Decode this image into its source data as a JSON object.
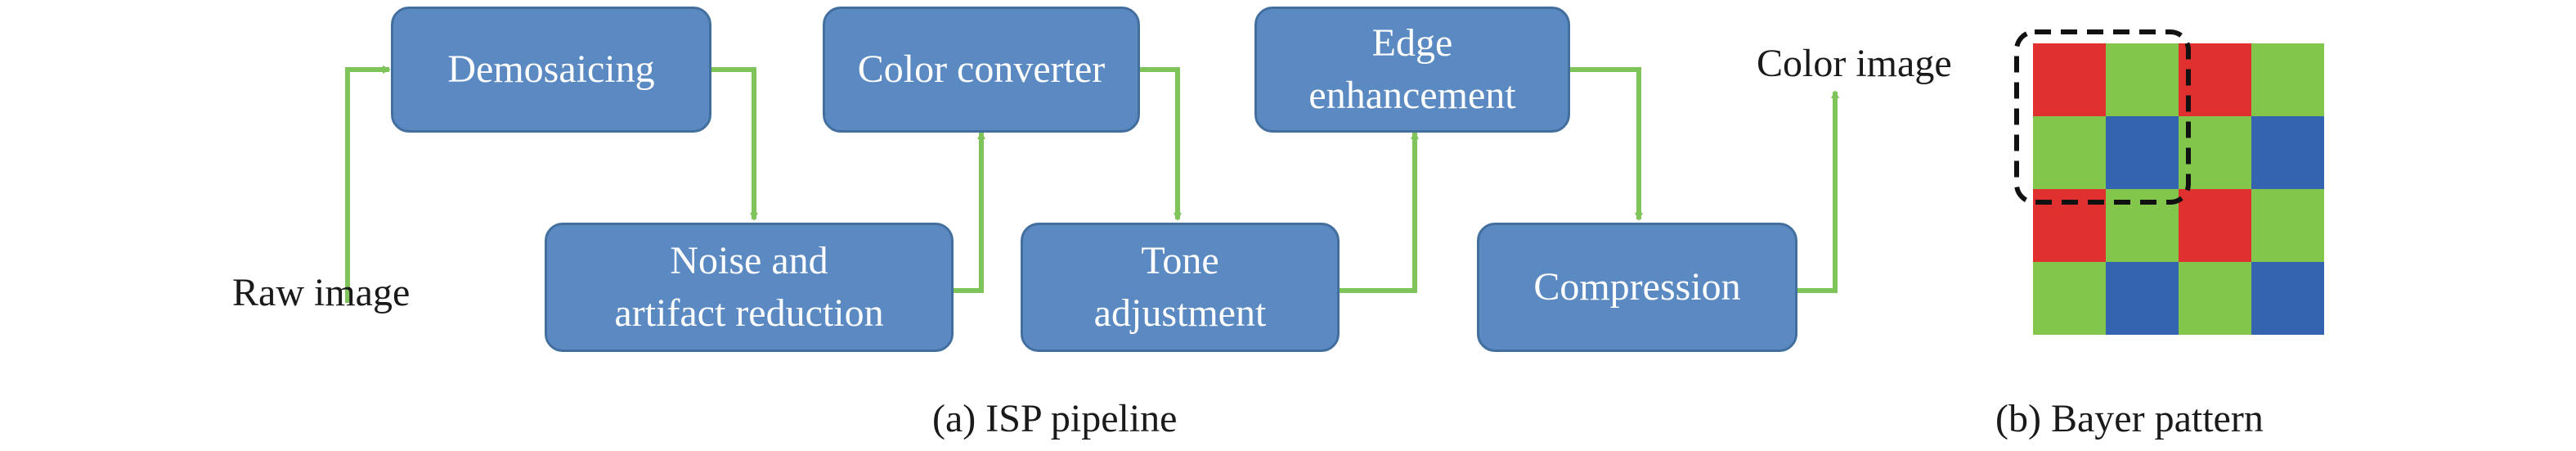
{
  "pipeline": {
    "caption": "(a) ISP pipeline",
    "input_label": "Raw image",
    "output_label": "Color image",
    "stages": [
      {
        "id": "demosaicing",
        "lines": [
          "Demosaicing"
        ]
      },
      {
        "id": "noise",
        "lines": [
          "Noise and",
          "artifact reduction"
        ]
      },
      {
        "id": "color-converter",
        "lines": [
          "Color converter"
        ]
      },
      {
        "id": "tone",
        "lines": [
          "Tone",
          "adjustment"
        ]
      },
      {
        "id": "edge",
        "lines": [
          "Edge",
          "enhancement"
        ]
      },
      {
        "id": "compression",
        "lines": [
          "Compression"
        ]
      }
    ]
  },
  "bayer": {
    "caption": "(b) Bayer pattern",
    "grid": [
      [
        "R",
        "G",
        "R",
        "G"
      ],
      [
        "G",
        "B",
        "G",
        "B"
      ],
      [
        "R",
        "G",
        "R",
        "G"
      ],
      [
        "G",
        "B",
        "G",
        "B"
      ]
    ],
    "highlight": "top-left 2x2 block (dashed outline)"
  },
  "colors": {
    "box_fill": "#5b89c2",
    "box_border": "#436f9f",
    "arrow": "#7ec45b",
    "red": "#e0302f",
    "green": "#82c64b",
    "blue": "#3463b0"
  }
}
